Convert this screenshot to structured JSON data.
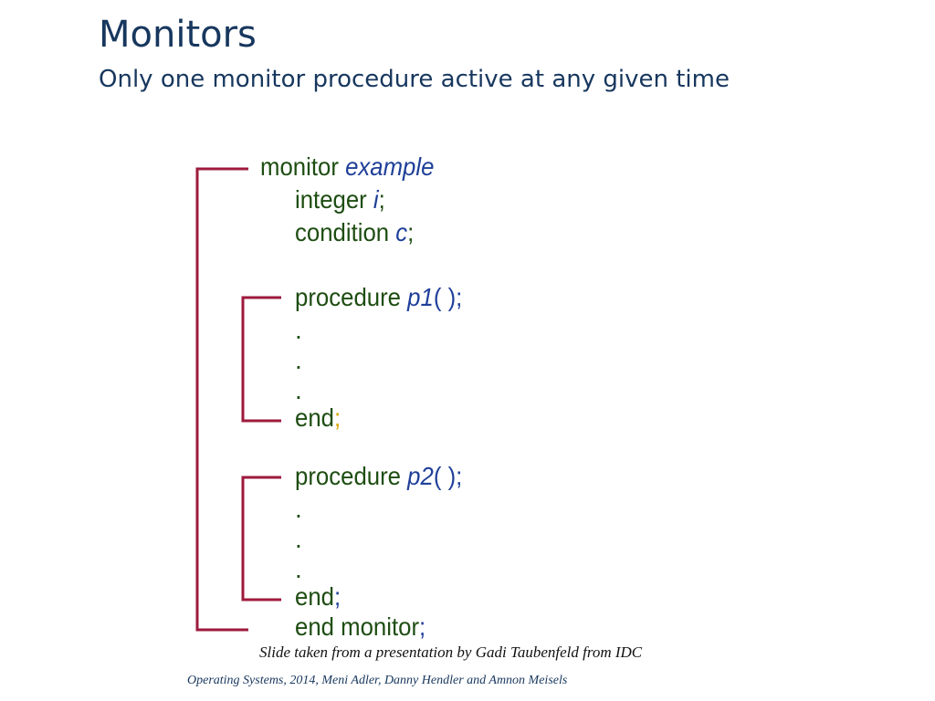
{
  "slide": {
    "title": "Monitors",
    "subtitle": "Only one monitor procedure active at any given time"
  },
  "code": {
    "monitor_keyword": "monitor",
    "monitor_name": "example",
    "integer_keyword": "integer",
    "integer_var": "i",
    "condition_keyword": "condition",
    "condition_var": "c",
    "semicolon": ";",
    "procedure_keyword": "procedure",
    "p1_name": "p1",
    "p2_name": "p2",
    "paren_part": "( );",
    "dot": ".",
    "end_keyword": "end",
    "end_monitor": "end monitor"
  },
  "credit": "Slide taken from a presentation by Gadi Taubenfeld from IDC",
  "footer": "Operating Systems, 2014, Meni Adler, Danny Hendler and Amnon Meisels",
  "colors": {
    "title": "#17375e",
    "keyword_green": "#1e4d12",
    "identifier_blue": "#1f3f99",
    "semicolon_gold": "#d6a400",
    "bracket": "#9e1a3c"
  }
}
